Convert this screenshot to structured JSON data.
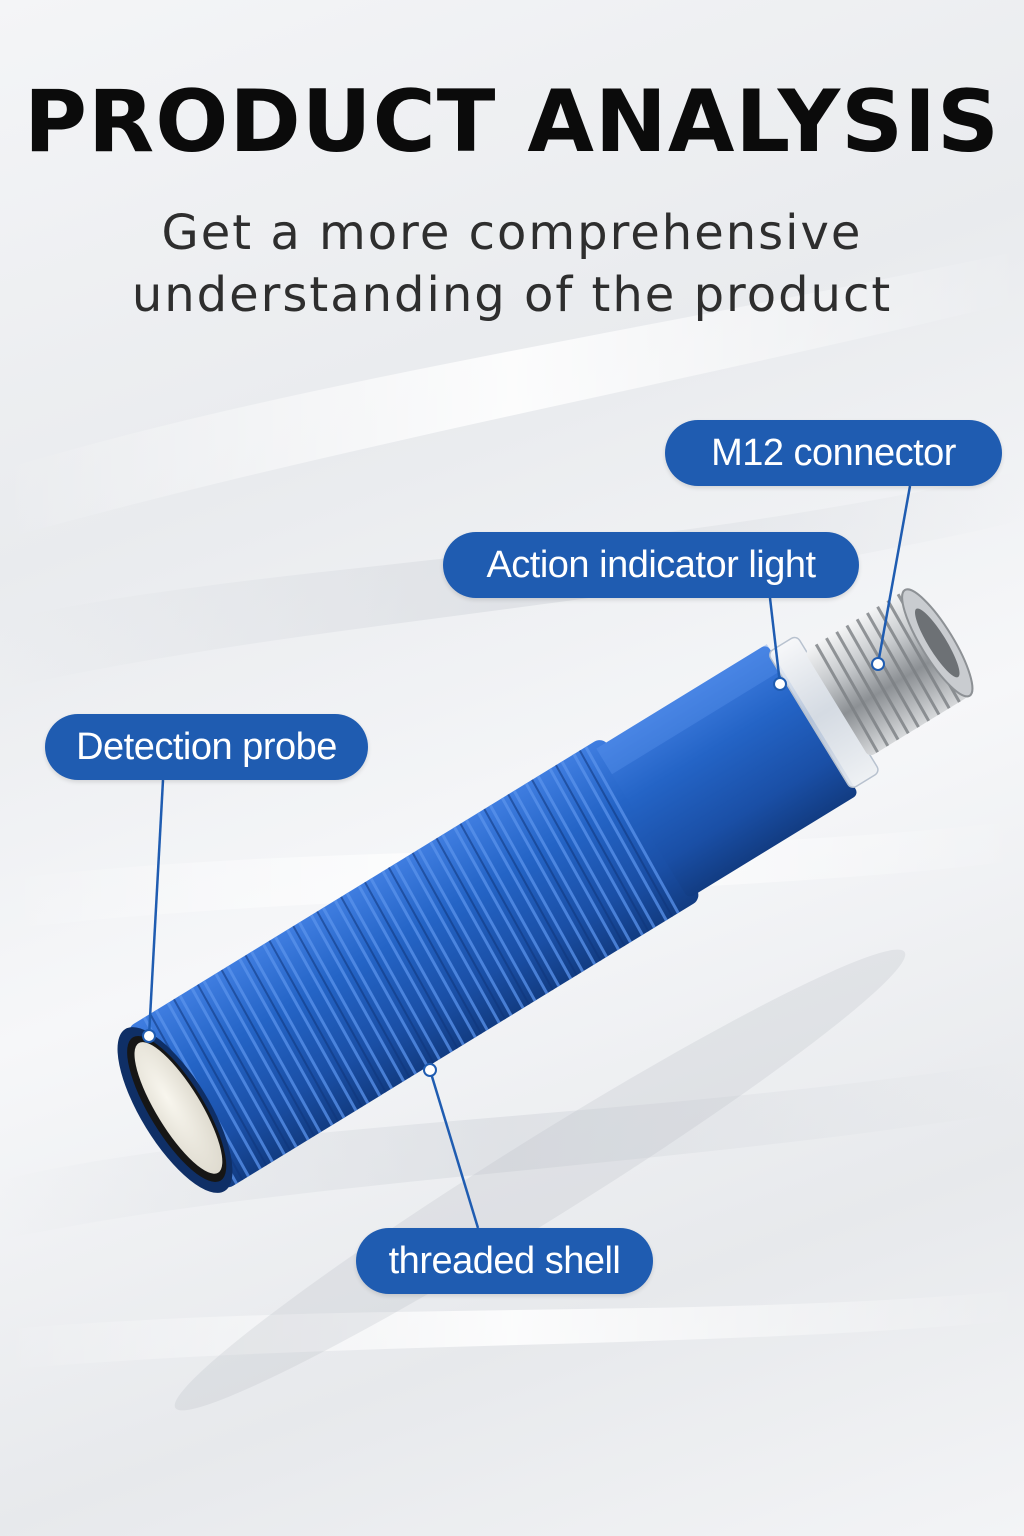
{
  "header": {
    "title": "PRODUCT ANALYSIS",
    "subtitle_line1": "Get a more comprehensive",
    "subtitle_line2": "understanding of the product"
  },
  "callouts": {
    "m12_connector": "M12 connector",
    "action_indicator": "Action indicator light",
    "detection_probe": "Detection probe",
    "threaded_shell": "threaded shell"
  },
  "colors": {
    "accent": "#1f5cb1",
    "sensor_body": "#1f5cb8",
    "title_text": "#0b0b0b"
  },
  "icons": {
    "product": "cylindrical-ultrasonic-sensor"
  }
}
